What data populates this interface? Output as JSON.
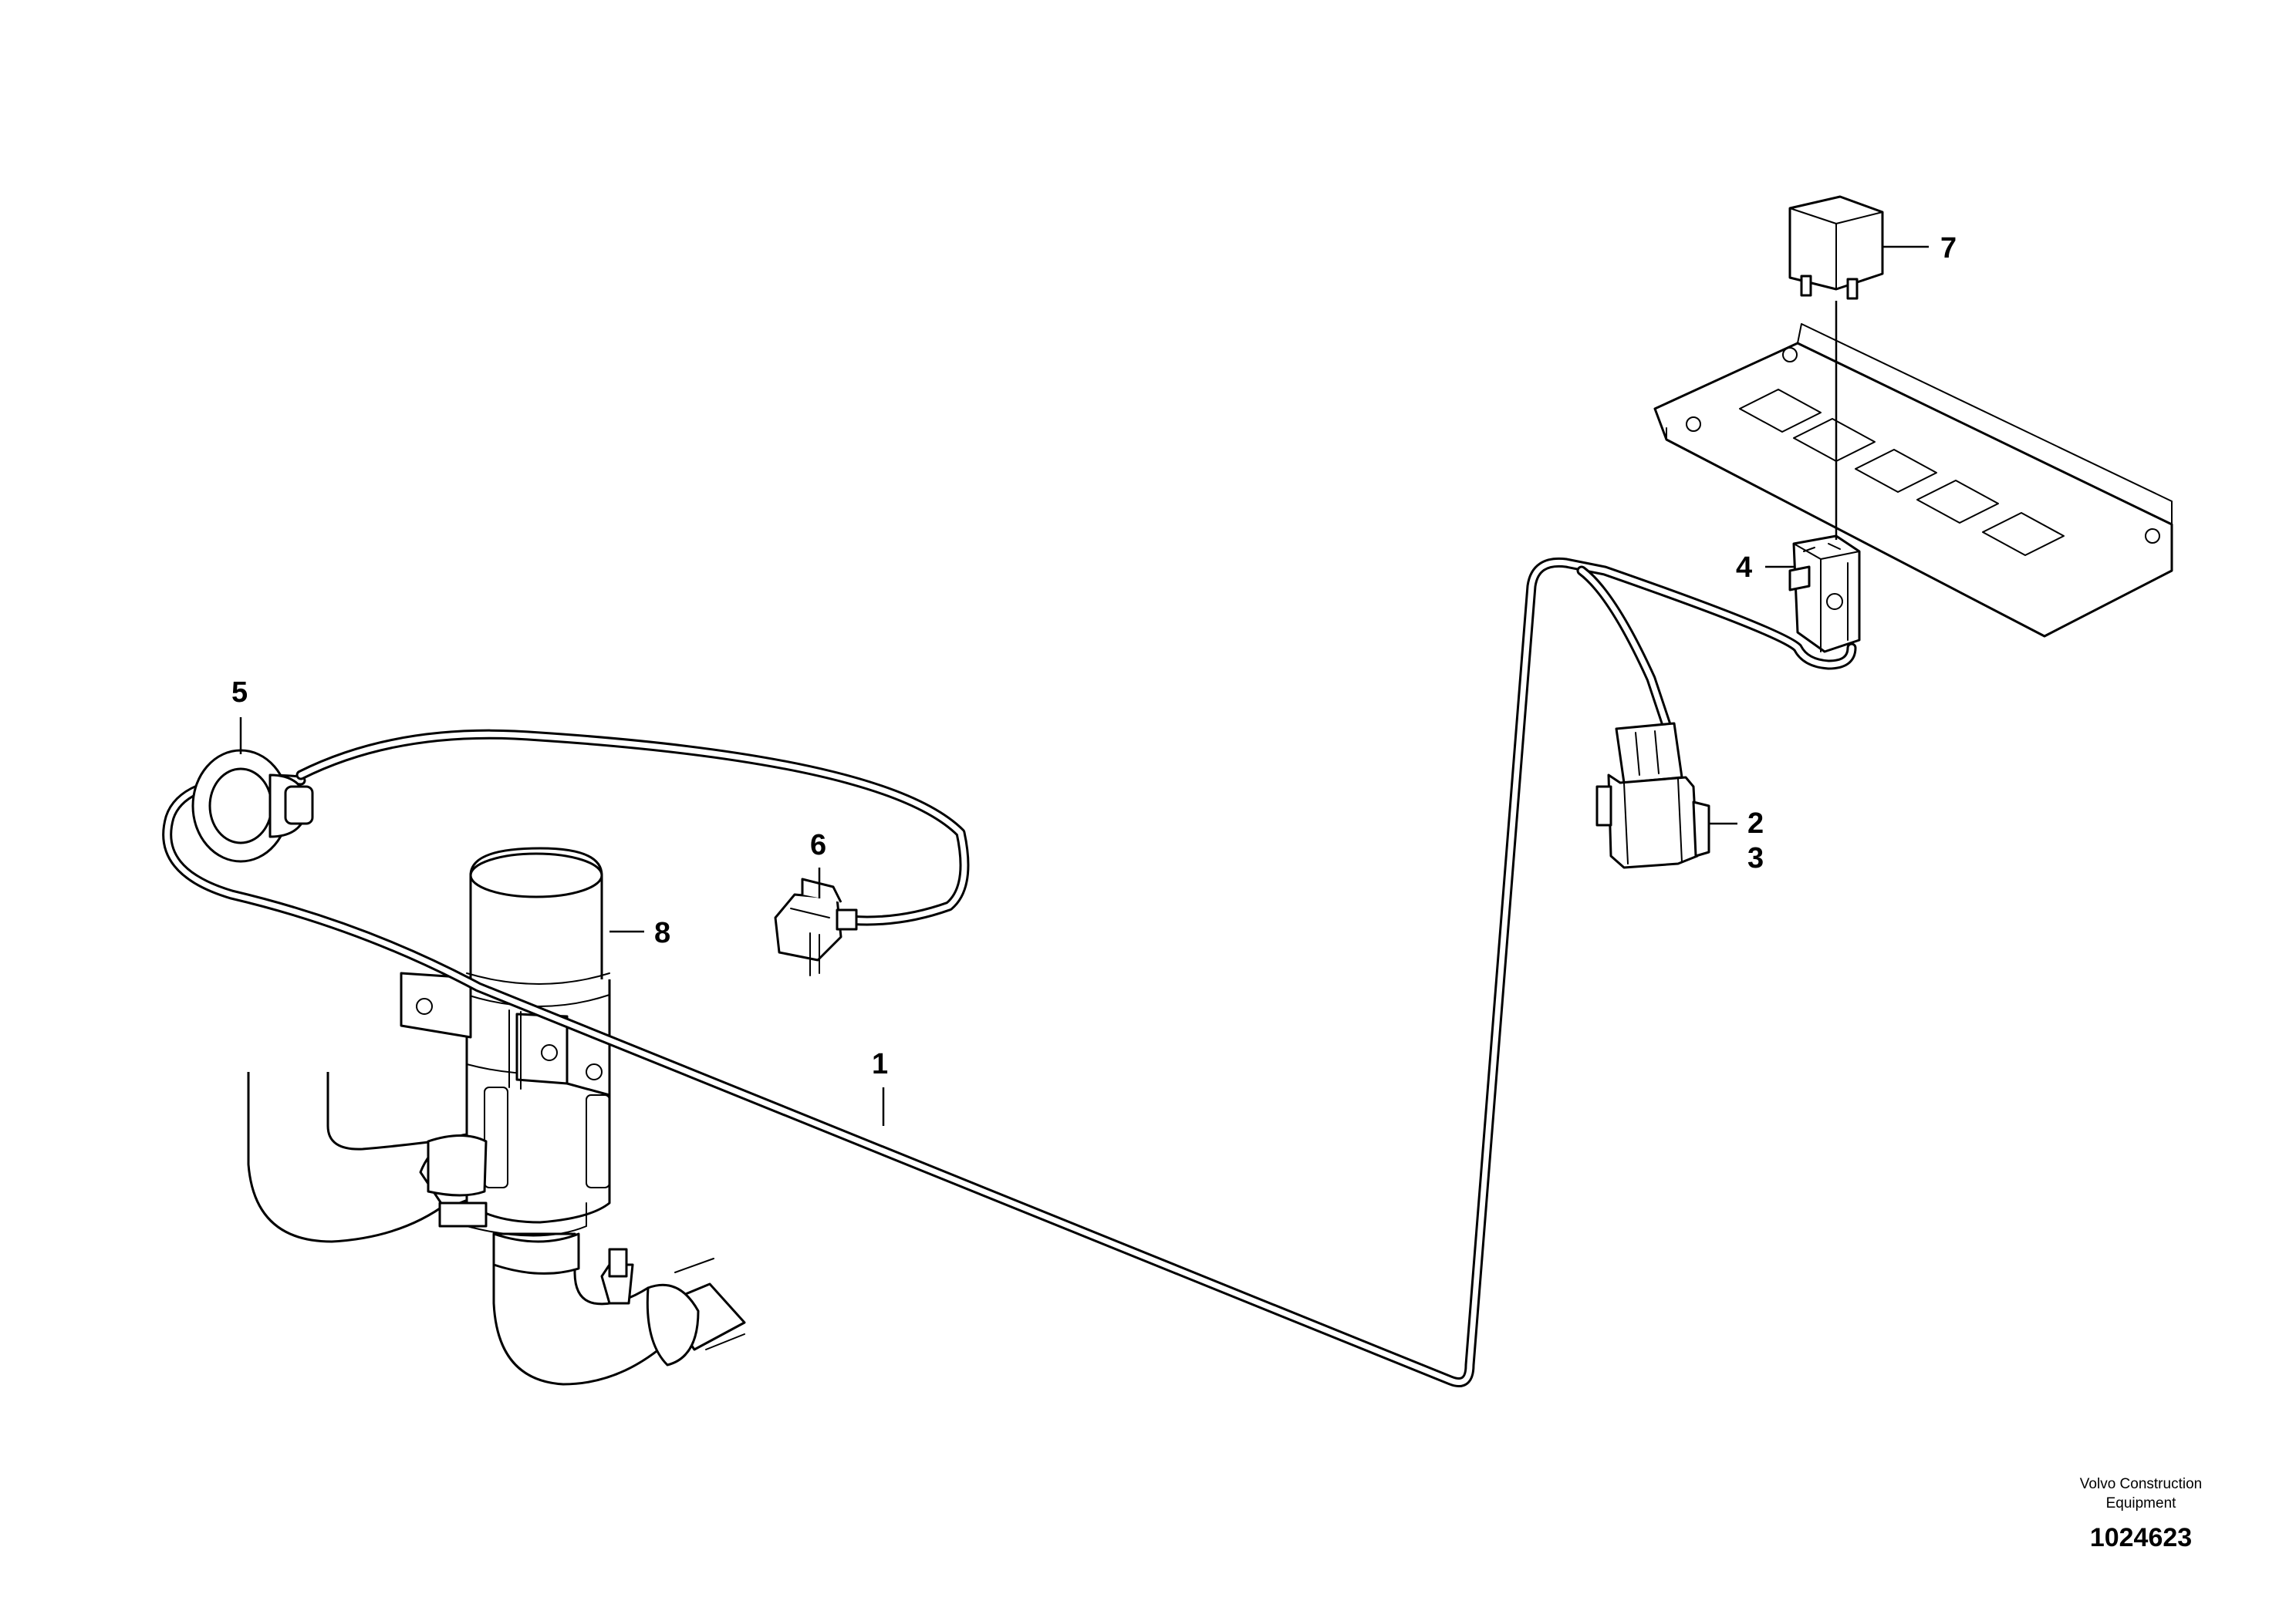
{
  "callouts": {
    "c1": "1",
    "c2": "2",
    "c3": "3",
    "c4": "4",
    "c5": "5",
    "c6": "6",
    "c7": "7",
    "c8": "8"
  },
  "footer": {
    "maker_line1": "Volvo Construction",
    "maker_line2": "Equipment",
    "doc_number": "1024623"
  }
}
